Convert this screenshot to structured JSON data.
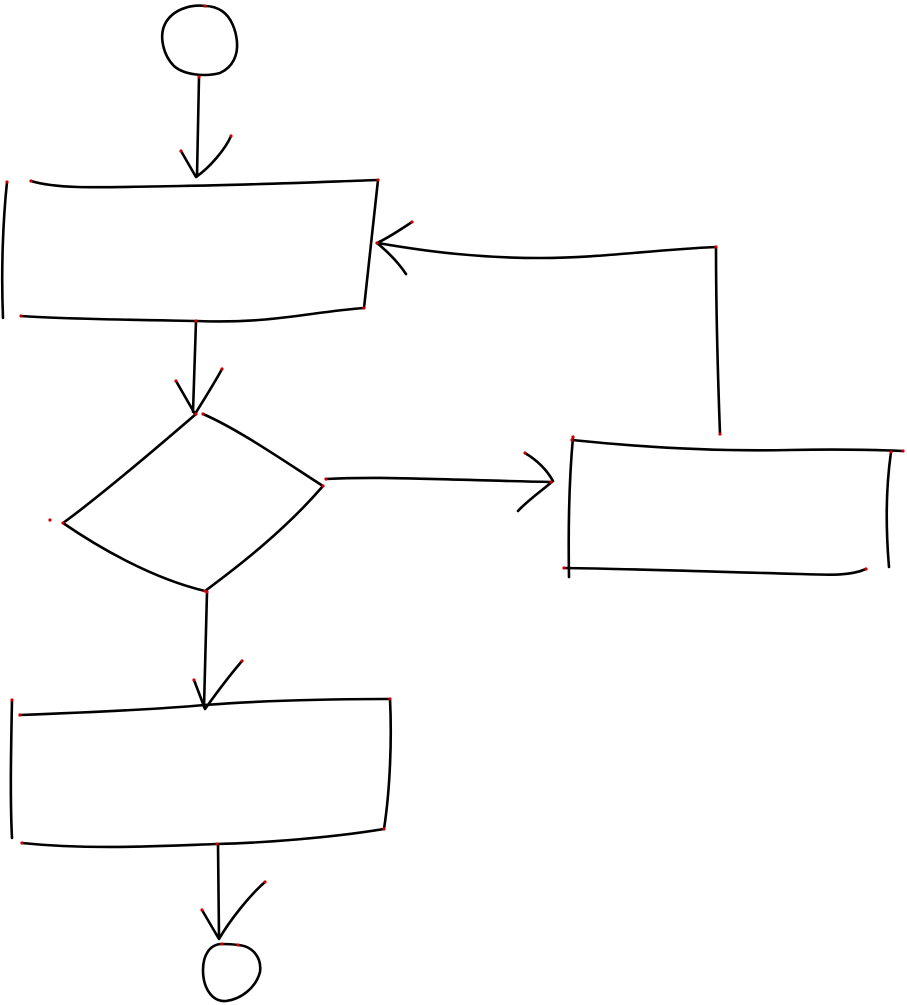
{
  "diagram": {
    "type": "flowchart",
    "style": "hand-drawn",
    "colors": {
      "background": "#ffffff",
      "ink": "#000000",
      "endpoint_marks": "#cc0000"
    },
    "nodes": [
      {
        "id": "start",
        "shape": "circle",
        "label": ""
      },
      {
        "id": "process-1",
        "shape": "rectangle",
        "label": ""
      },
      {
        "id": "decision",
        "shape": "diamond",
        "label": ""
      },
      {
        "id": "process-side",
        "shape": "rectangle",
        "label": ""
      },
      {
        "id": "process-2",
        "shape": "rectangle",
        "label": ""
      },
      {
        "id": "end",
        "shape": "circle",
        "label": ""
      }
    ],
    "edges": [
      {
        "from": "start",
        "to": "process-1",
        "label": ""
      },
      {
        "from": "process-1",
        "to": "decision",
        "label": ""
      },
      {
        "from": "decision",
        "to": "process-side",
        "label": ""
      },
      {
        "from": "process-side",
        "to": "process-1",
        "label": ""
      },
      {
        "from": "decision",
        "to": "process-2",
        "label": ""
      },
      {
        "from": "process-2",
        "to": "end",
        "label": ""
      }
    ]
  }
}
